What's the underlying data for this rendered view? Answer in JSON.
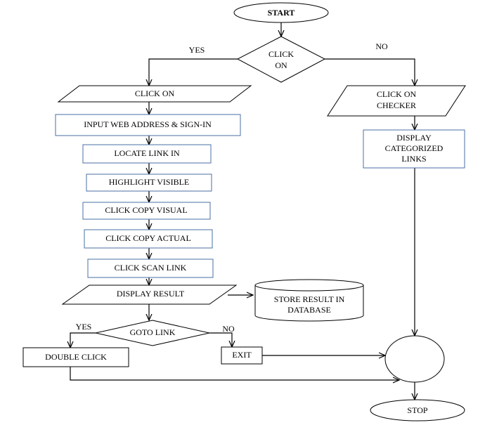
{
  "nodes": {
    "start": "START",
    "decision1": [
      "CLICK",
      "ON"
    ],
    "label_yes_1": "YES",
    "label_no_1": "NO",
    "click_on": "CLICK ON",
    "input_web": "INPUT WEB ADDRESS & SIGN-IN",
    "locate_link": "LOCATE LINK IN",
    "highlight_visible": "HIGHLIGHT VISIBLE",
    "copy_visual": "CLICK COPY VISUAL",
    "copy_actual": "CLICK COPY ACTUAL",
    "scan_link": "CLICK SCAN LINK",
    "display_result": "DISPLAY RESULT",
    "store_db": [
      "STORE RESULT IN",
      "DATABASE"
    ],
    "goto_link": "GOTO LINK",
    "label_yes_2": "YES",
    "label_no_2": "NO",
    "double_click": "DOUBLE CLICK",
    "exit": "EXIT",
    "click_checker": [
      "CLICK ON",
      "CHECKER"
    ],
    "display_categorized": [
      "DISPLAY",
      "CATEGORIZED",
      "LINKS"
    ],
    "stop": "STOP"
  },
  "colors": {
    "process_border": "#4a6fa5",
    "line": "#000000"
  }
}
